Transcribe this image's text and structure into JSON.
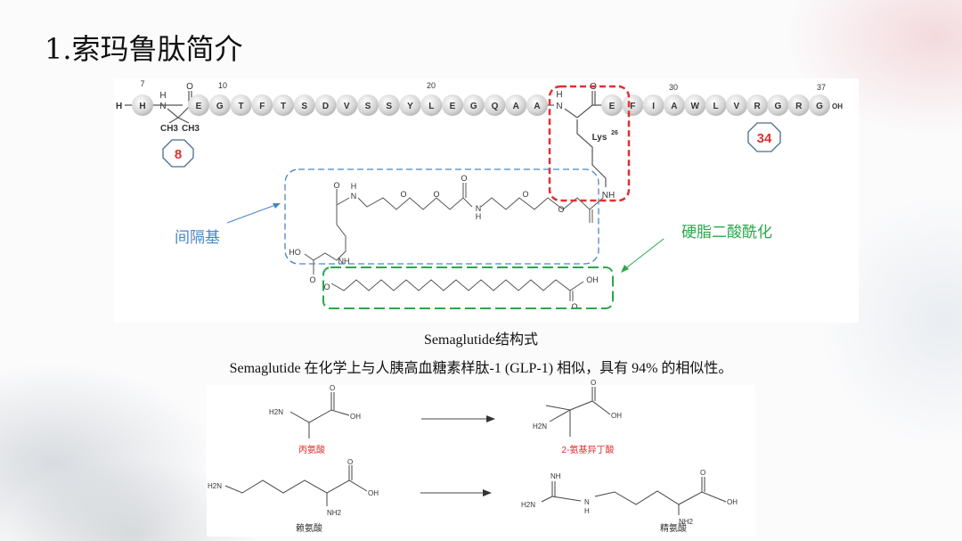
{
  "title": "1.索玛鲁肽简介",
  "structure": {
    "n_terminus": "H",
    "residues_first": [
      "H"
    ],
    "residues_mid": [
      "E",
      "G",
      "T",
      "F",
      "T",
      "S",
      "D",
      "V",
      "S",
      "S",
      "Y",
      "L",
      "E",
      "G",
      "Q",
      "A",
      "A"
    ],
    "residues_end": [
      "E",
      "F",
      "I",
      "A",
      "W",
      "L",
      "V",
      "R",
      "G",
      "R",
      "G"
    ],
    "c_terminus": "OH",
    "numbers": {
      "n7": "7",
      "n10": "10",
      "n20": "20",
      "n30": "30",
      "n37": "37"
    },
    "aib_labels": {
      "h": "H",
      "n": "N",
      "o": "O",
      "ch3_a": "CH3",
      "ch3_b": "CH3"
    },
    "lys_labels": {
      "h": "H",
      "n": "N",
      "o": "O",
      "lys": "Lys",
      "sup": "26",
      "nh": "NH"
    },
    "linker_labels": {
      "o1": "O",
      "h": "H",
      "n1": "N",
      "o2": "O",
      "o3": "O",
      "o4": "O",
      "h2": "H",
      "n2": "N",
      "o5": "O",
      "o6": "O",
      "ho": "HO",
      "nh": "NH",
      "o7": "O"
    },
    "fatty_labels": {
      "o1": "O",
      "oh": "OH",
      "o2": "O"
    },
    "octagon_8": "8",
    "octagon_34": "34",
    "spacer_label": "间隔基",
    "acylation_label": "硬脂二酸酰化",
    "colors": {
      "red": "#e03030",
      "blue": "#4a86c5",
      "green": "#2aa84a"
    }
  },
  "caption": "Semaglutide结构式",
  "description": "Semaglutide 在化学上与人胰高血糖素样肽-1 (GLP-1) 相似，具有 94% 的相似性。",
  "reactions": {
    "alanine": {
      "h2n": "H2N",
      "o": "O",
      "oh": "OH",
      "name": "丙氨酸"
    },
    "aib": {
      "h2n": "H2N",
      "o": "O",
      "oh": "OH",
      "name": "2-氨基异丁酸"
    },
    "lysine": {
      "h2n": "H2N",
      "o": "O",
      "oh": "OH",
      "nh2": "NH2",
      "name": "赖氨酸"
    },
    "arginine": {
      "nh": "NH",
      "h2n": "H2N",
      "n": "N",
      "h": "H",
      "o": "O",
      "oh": "OH",
      "nh2": "NH2",
      "name": "精氨酸"
    }
  }
}
